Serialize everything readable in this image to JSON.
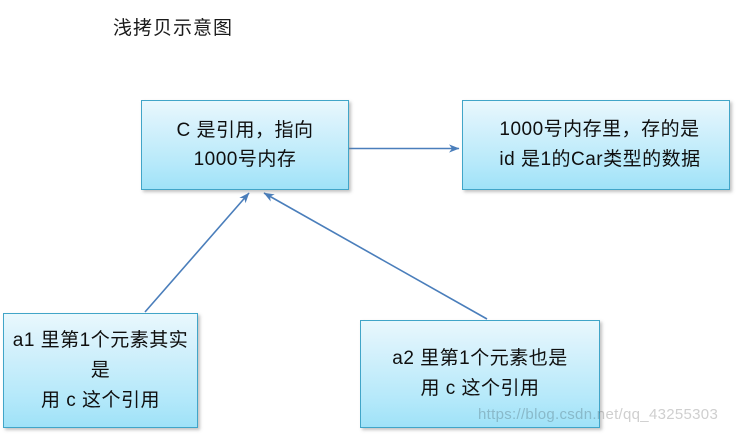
{
  "diagram": {
    "title": "浅拷贝示意图",
    "type": "concept-diagram",
    "accent_color": "#41a5c8",
    "box_fill_top": "#e9f8fd",
    "box_fill_bottom": "#9fe2f8",
    "arrow_color": "#4a7ebb",
    "nodes": [
      {
        "id": "box-c",
        "name": "reference-c",
        "text": "C 是引用，指向\n1000号内存"
      },
      {
        "id": "box-memory",
        "name": "memory-1000",
        "text": "1000号内存里，存的是\nid 是1的Car类型的数据"
      },
      {
        "id": "box-a1",
        "name": "array-a1",
        "text": "a1 里第1个元素其实是\n用 c 这个引用"
      },
      {
        "id": "box-a2",
        "name": "array-a2",
        "text": "a2 里第1个元素也是\n用 c 这个引用"
      }
    ],
    "edges": [
      {
        "id": "edge-c-to-memory",
        "name": "arrow-c-to-memory",
        "from": "box-c",
        "to": "box-memory"
      },
      {
        "id": "edge-a1-to-c",
        "name": "arrow-a1-to-c",
        "from": "box-a1",
        "to": "box-c"
      },
      {
        "id": "edge-a2-to-c",
        "name": "arrow-a2-to-c",
        "from": "box-a2",
        "to": "box-c"
      }
    ]
  },
  "watermark": {
    "text": "https://blog.csdn.net/qq_43255303"
  }
}
